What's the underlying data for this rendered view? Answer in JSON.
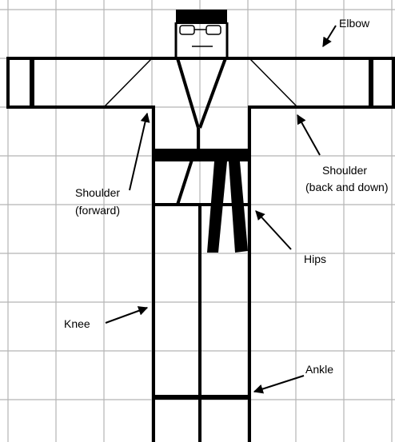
{
  "labels": {
    "elbow": "Elbow",
    "shoulder_back_line1": "Shoulder",
    "shoulder_back_line2": "(back and down)",
    "shoulder_fwd_line1": "Shoulder",
    "shoulder_fwd_line2": "(forward)",
    "hips": "Hips",
    "knee": "Knee",
    "ankle": "Ankle"
  }
}
